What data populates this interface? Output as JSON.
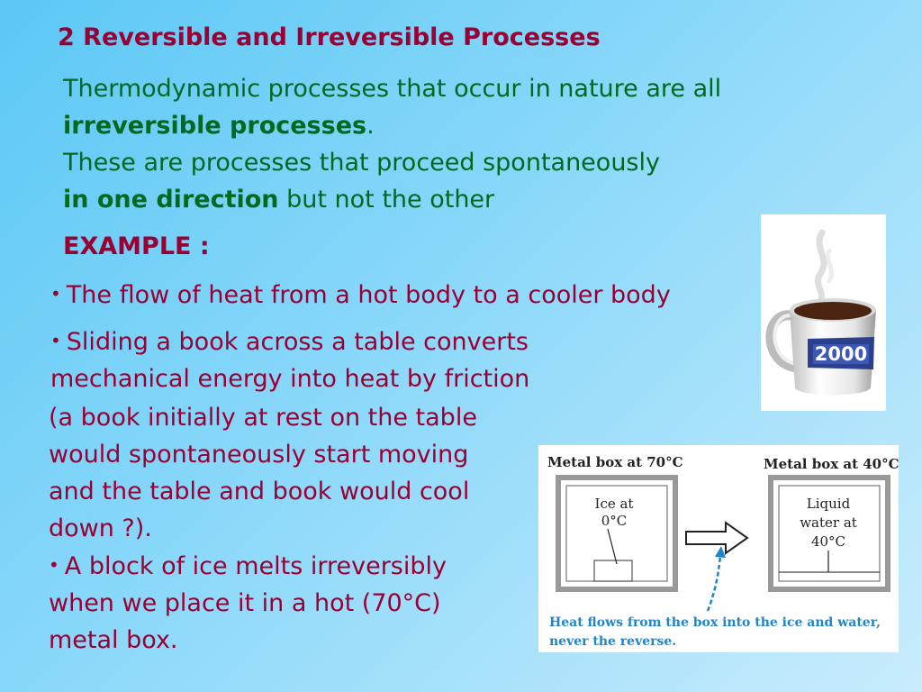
{
  "title": "2 Reversible and Irreversible Processes",
  "intro": {
    "line1": "Thermodynamic processes that occur in nature are all",
    "line2_bold": "irreversible processes",
    "line2_tail": ".",
    "line3": "These are processes that proceed spontaneously",
    "line4_bold": "in one direction",
    "line4_tail": " but not the other"
  },
  "example_heading": "EXAMPLE :",
  "bullet_symbol": "•",
  "bullet1": "The flow of heat from a hot body to a cooler body",
  "bullet2": {
    "line1": "Sliding a book across a table converts",
    "line2": "mechanical energy into heat by friction"
  },
  "paren": {
    "line1": "(a book initially at rest on the table",
    "line2": "would spontaneously start moving",
    "line3": "and the table and book would cool",
    "line4": "down ?)."
  },
  "bullet3": {
    "line1": "A block of ice melts irreversibly",
    "line2": "when we place it in a hot (70°C)",
    "line3": "metal box."
  },
  "mug": {
    "label": "2000"
  },
  "diagram": {
    "left_box_label": "Metal box at 70°C",
    "ice_line1": "Ice at",
    "ice_line2": "0°C",
    "right_box_label": "Metal box at 40°C",
    "water_line1": "Liquid",
    "water_line2": "water at",
    "water_line3": "40°C",
    "caption_line1": "Heat flows from the box into the ice and water,",
    "caption_line2": "never the reverse."
  },
  "colors": {
    "title": "#990033",
    "intro": "#00691f",
    "bullets": "#990033",
    "caption": "#1f86c8"
  }
}
